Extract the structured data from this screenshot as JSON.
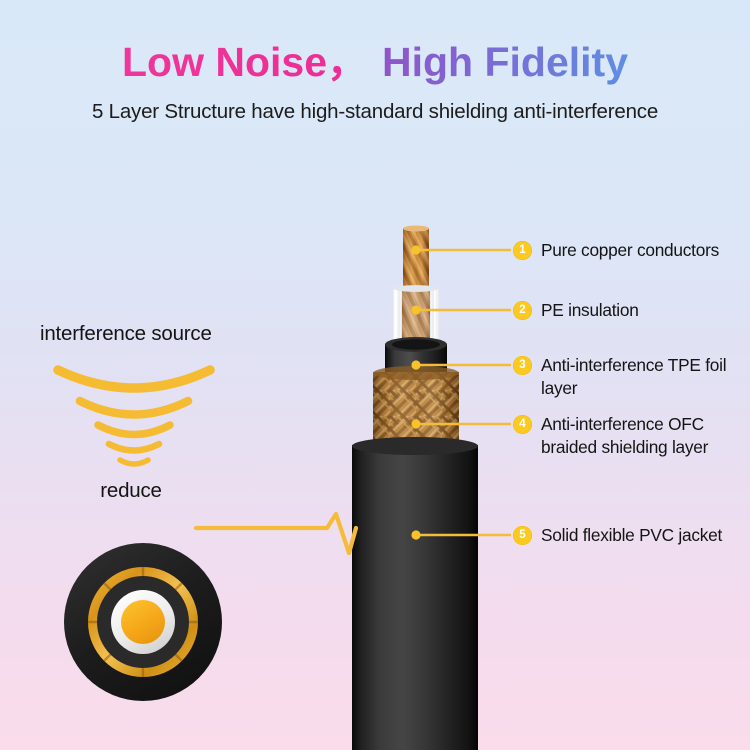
{
  "header": {
    "title_part1": "Low Noise，",
    "title_part2": "High Fidelity",
    "subtitle": "5 Layer Structure have high-standard shielding anti-interference",
    "title_color_pink": "#ec2c94",
    "title_color_purple": "#9055c8",
    "title_color_blue": "#5f8ee2"
  },
  "interference": {
    "source_label": "interference source",
    "reduce_label": "reduce",
    "wave_color": "#f5bb33",
    "wave_count": 5
  },
  "cross_section": {
    "name": "cable-cross-section",
    "rings": [
      {
        "name": "pvc-jacket-ring",
        "color": "#242424"
      },
      {
        "name": "ofc-braid-ring",
        "color": "#e9a21c"
      },
      {
        "name": "tpe-foil-ring",
        "color": "#2b2b2b"
      },
      {
        "name": "pe-insulation-ring",
        "color": "#e9e9e9"
      },
      {
        "name": "copper-conductor-core",
        "color": "#f5a81c"
      }
    ]
  },
  "cable": {
    "conductor_color": "#b5norm",
    "jacket_color": "#1b1b1b",
    "braid_color": "#b07a32",
    "leader_color": "#f4bc3a",
    "connector_label": "zigzag-connector"
  },
  "callouts": [
    {
      "number": "1",
      "text": "Pure copper conductors",
      "name": "callout-pure-copper-conductors"
    },
    {
      "number": "2",
      "text": "PE insulation",
      "name": "callout-pe-insulation"
    },
    {
      "number": "3",
      "text": "Anti-interference TPE foil layer",
      "name": "callout-tpe-foil-layer"
    },
    {
      "number": "4",
      "text": "Anti-interference OFC braided shielding layer",
      "name": "callout-ofc-braided-shielding"
    },
    {
      "number": "5",
      "text": "Solid flexible PVC jacket",
      "name": "callout-pvc-jacket"
    }
  ],
  "badge_color": "#fbc91f",
  "background": {
    "top_color": "#d9e8f8",
    "bottom_color": "#fadcea"
  }
}
